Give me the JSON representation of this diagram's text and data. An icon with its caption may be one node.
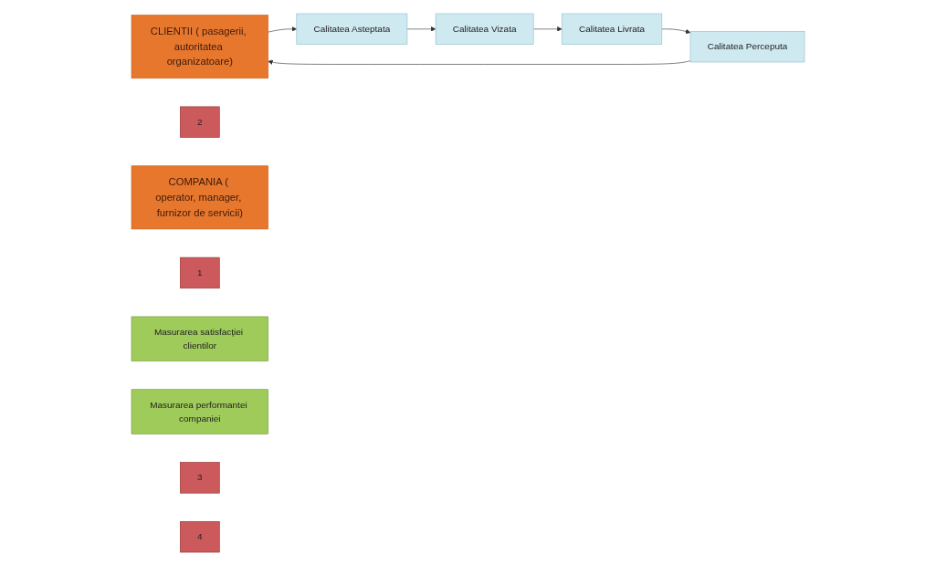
{
  "diagram": {
    "nodes": [
      {
        "text": [
          "CLIENTII ( pasagerii, autoritatea organizatoare)"
        ]
      },
      {
        "text": [
          "Calitatea Asteptata"
        ]
      },
      {
        "text": [
          "2"
        ]
      },
      {
        "text": [
          "Calitatea Vizata"
        ]
      },
      {
        "text": [
          "COMPANIA ( operator, manager, furnizor de servicii)"
        ]
      },
      {
        "text": [
          "1"
        ]
      },
      {
        "text": [
          "Masurarea satisfacției clientilor"
        ]
      },
      {
        "text": [
          "Masurarea performantei companiei"
        ]
      },
      {
        "text": [
          "3"
        ]
      },
      {
        "text": [
          "Calitatea Perceputa"
        ]
      },
      {
        "text": [
          "4"
        ]
      },
      {
        "text": [
          "Calitatea Livrata"
        ]
      }
    ],
    "edges": [
      {
        "from": 0,
        "to": 1,
        "arrow": "to"
      },
      {
        "from": 1,
        "to": 3,
        "arrow": "to"
      },
      {
        "from": 3,
        "to": 11,
        "arrow": "to"
      },
      {
        "from": 11,
        "to": 9,
        "arrow": "to"
      },
      {
        "from": 9,
        "to": 0,
        "arrow": "to"
      }
    ]
  }
}
